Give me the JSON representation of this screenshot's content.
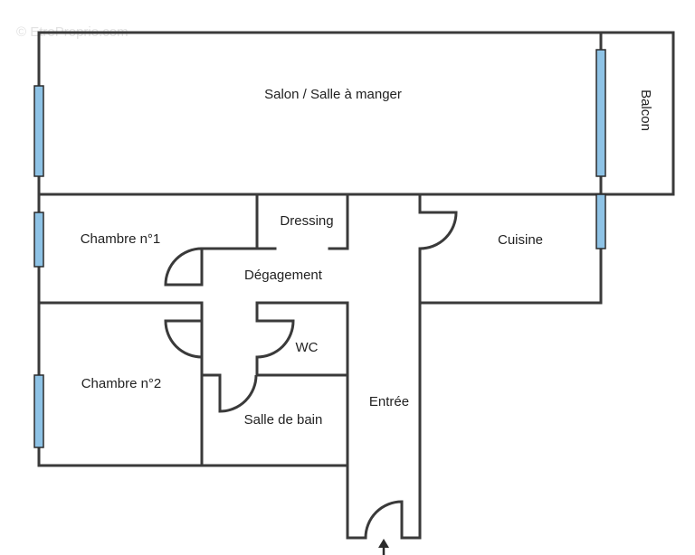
{
  "watermark": "© EtreProprio.com",
  "rooms": {
    "salon": "Salon / Salle à manger",
    "balcon": "Balcon",
    "chambre1": "Chambre n°1",
    "chambre2": "Chambre n°2",
    "dressing": "Dressing",
    "degagement": "Dégagement",
    "cuisine": "Cuisine",
    "wc": "WC",
    "salle_de_bain": "Salle de bain",
    "entree": "Entrée"
  },
  "colors": {
    "wall": "#3a3a3a",
    "window": "#8ec3e6",
    "background": "#ffffff"
  }
}
